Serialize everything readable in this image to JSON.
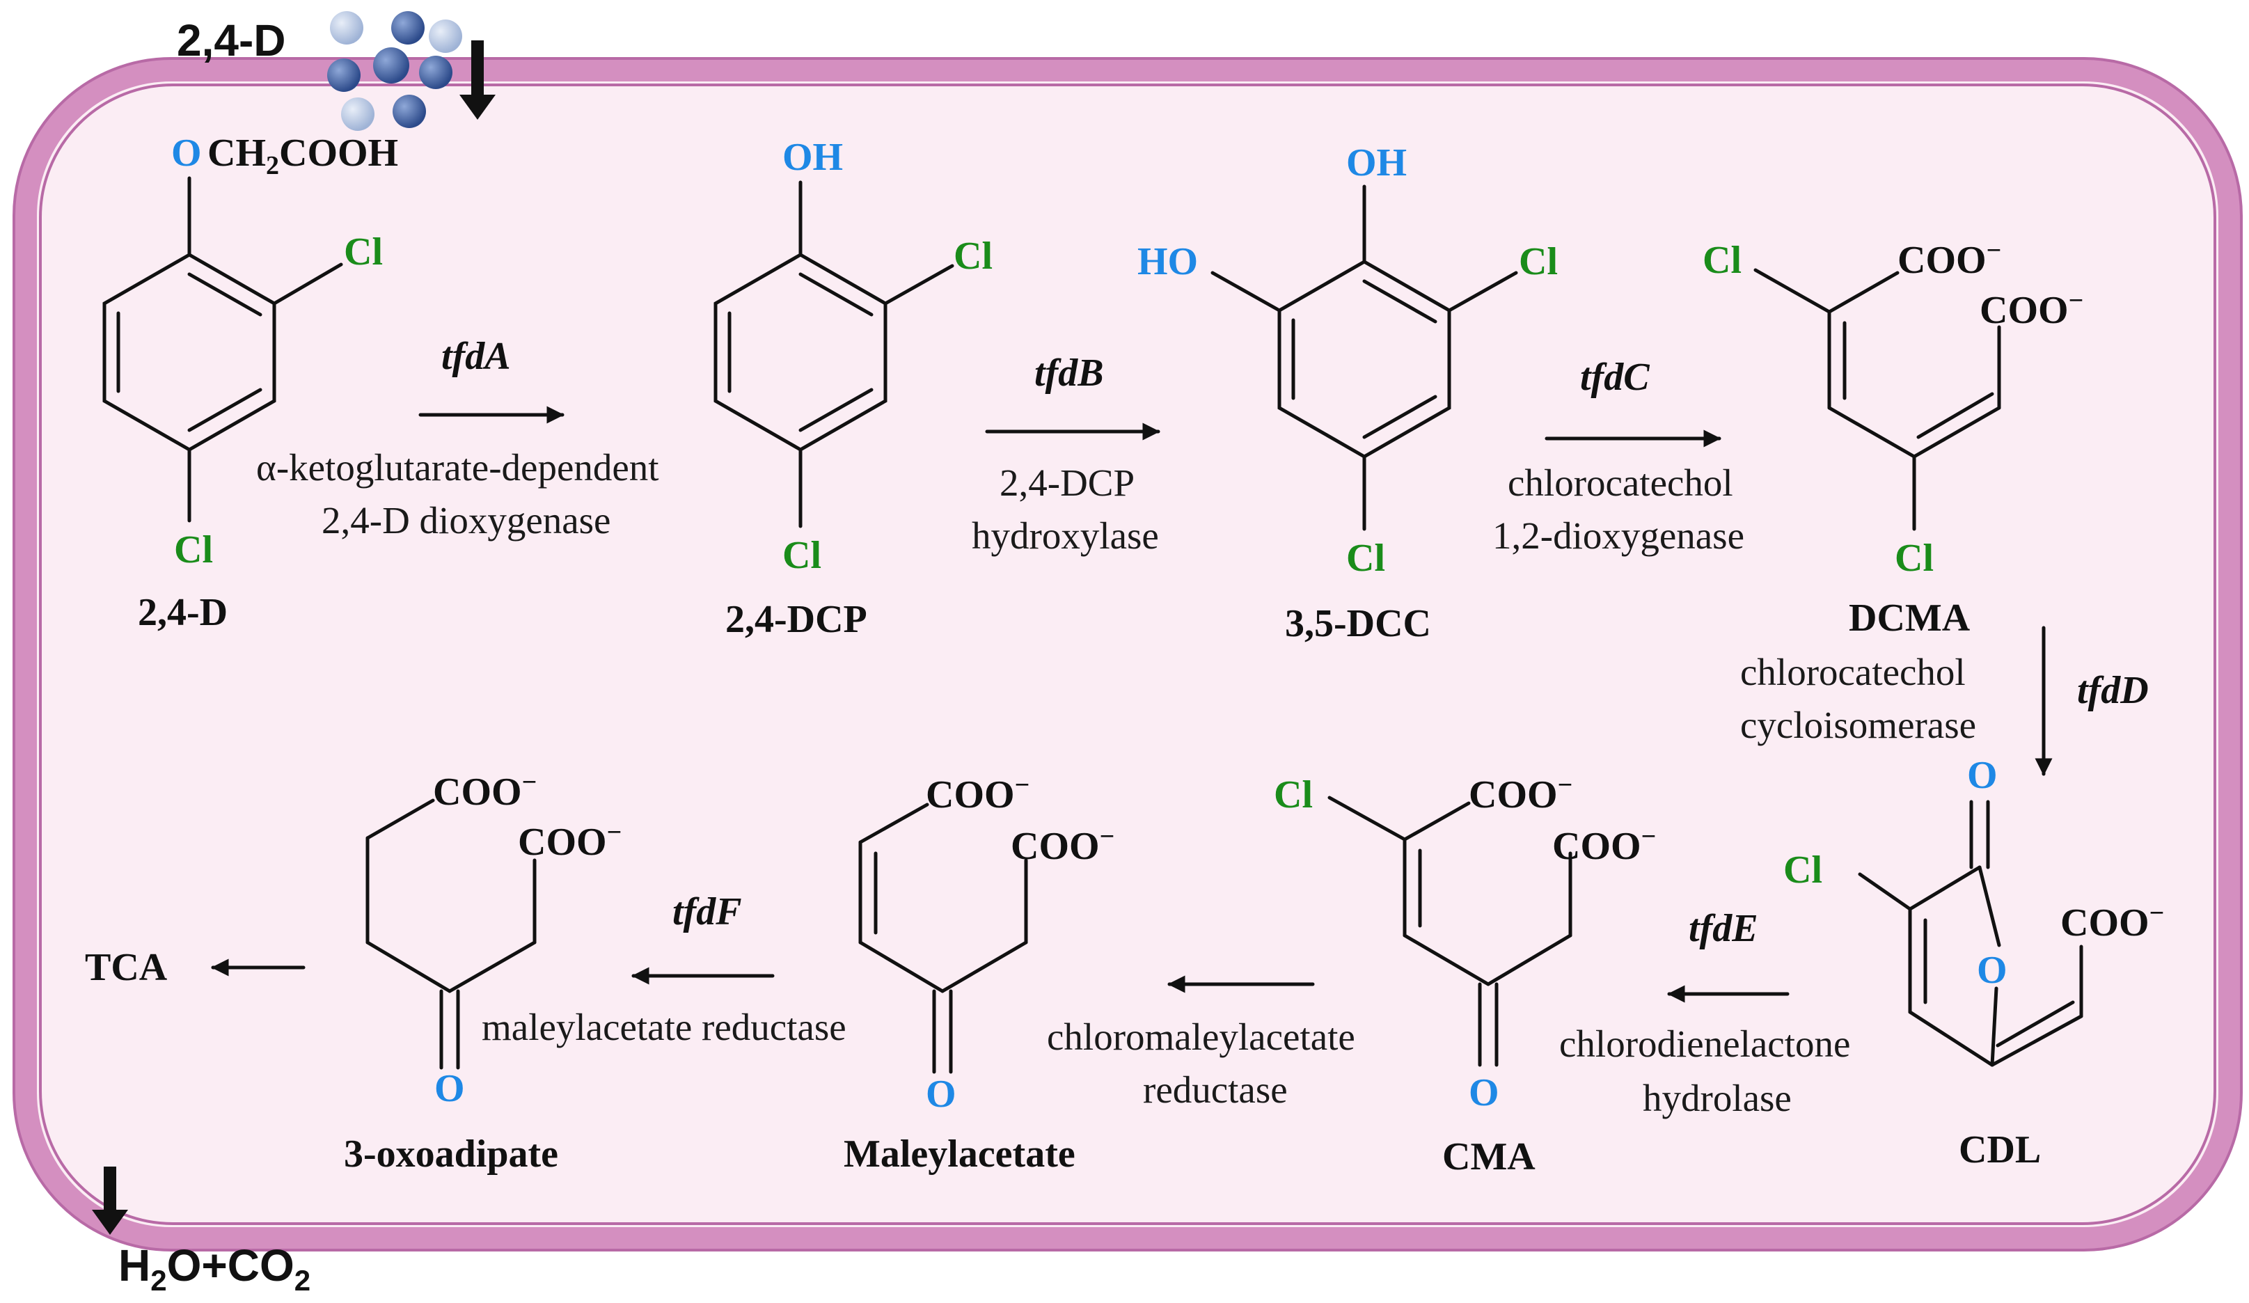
{
  "inputs": {
    "substrate_label": "2,4-D",
    "output_label": "H₂O+CO₂",
    "output_main": "H",
    "output_sub1": "2",
    "output_mid": "O+CO",
    "output_sub2": "2"
  },
  "colors": {
    "cell_fill": "#fbedf4",
    "membrane": "#d48fc0",
    "chlorine": "#1a8c1a",
    "oxygen": "#1e88e5",
    "arrow": "#111111"
  },
  "atoms": {
    "cl": "Cl",
    "o": "O",
    "oh": "OH",
    "ho": "HO",
    "coo": "COO",
    "minus": "−",
    "side_chain_rest": "CH₂COOH",
    "ch": "CH",
    "ch_sub": "2",
    "cooh": "COOH"
  },
  "compounds": {
    "c1": "2,4-D",
    "c2": "2,4-DCP",
    "c3": "3,5-DCC",
    "c4": "DCMA",
    "c5": "CDL",
    "c6": "CMA",
    "c7": "Maleylacetate",
    "c8": "3-oxoadipate",
    "c9": "TCA"
  },
  "steps": [
    {
      "gene": "tfdA",
      "enzyme_line1": "α-ketoglutarate-dependent",
      "enzyme_line2": "2,4-D dioxygenase"
    },
    {
      "gene": "tfdB",
      "enzyme_line1": "2,4-DCP",
      "enzyme_line2": "hydroxylase"
    },
    {
      "gene": "tfdC",
      "enzyme_line1": "chlorocatechol",
      "enzyme_line2": "1,2-dioxygenase"
    },
    {
      "gene": "tfdD",
      "enzyme_line1": "chlorocatechol",
      "enzyme_line2": "cycloisomerase"
    },
    {
      "gene": "tfdE",
      "enzyme_line1": "chlorodienelactone",
      "enzyme_line2": "hydrolase"
    },
    {
      "gene": "",
      "enzyme_line1": "chloromaleylacetate",
      "enzyme_line2": "reductase"
    },
    {
      "gene": "tfdF",
      "enzyme_line1": "maleylacetate reductase",
      "enzyme_line2": ""
    }
  ]
}
